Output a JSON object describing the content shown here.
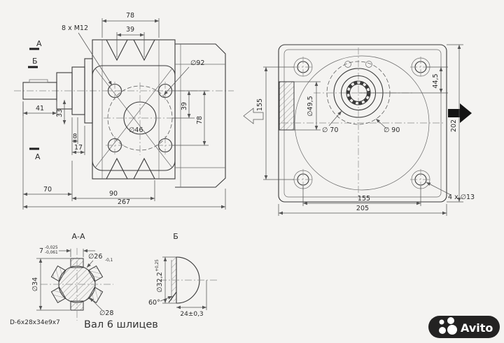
{
  "colors": {
    "background": "#f4f3f1",
    "line": "#3a3a3a",
    "dimension": "#555555",
    "watermark_bg": "#101010",
    "watermark_text": "#ffffff"
  },
  "left_view": {
    "dim_top_width": "78",
    "dim_top_groove": "39",
    "bolt_note": "8 х М12",
    "dia_bolt_circle": "∅92",
    "dia_pilot": "∅46",
    "dim_right_offset": "39",
    "dim_right_holes": "78",
    "dim_shaft_len": "41",
    "dim_hub": "33",
    "dim_step1": "8",
    "dim_step2": "17",
    "dim_bottom_1": "70",
    "dim_bottom_2": "90",
    "dim_overall": "267",
    "cut_a_top": "А",
    "cut_b": "Б",
    "cut_a_bottom": "А"
  },
  "right_view": {
    "dim_holes_v": "155",
    "dia_port": "∅49,5",
    "dia_hub": "∅ 70",
    "dia_circle": "∅ 90",
    "dim_offset": "44,5",
    "dim_height": "202",
    "dim_holes_h": "155",
    "dim_width": "205",
    "holes_note": "4 х ∅13"
  },
  "section_aa": {
    "title": "А-А",
    "dim_spline_width": "7",
    "tol_upper": "-0,025",
    "tol_lower": "-0,061",
    "dia_chamfer": "∅26",
    "dia_chamfer_tol": "-0,1",
    "dia_outer": "∅34",
    "dia_inner": "∅28",
    "spline_spec": "D-6x28x34e9x7",
    "caption": "Вал 6 шлицев"
  },
  "detail_b": {
    "title": "Б",
    "dia": "∅32,2",
    "dia_tol": "+0,25",
    "angle": "60°",
    "dim_len": "24±0,3"
  },
  "watermark": {
    "brand": "Avito"
  }
}
